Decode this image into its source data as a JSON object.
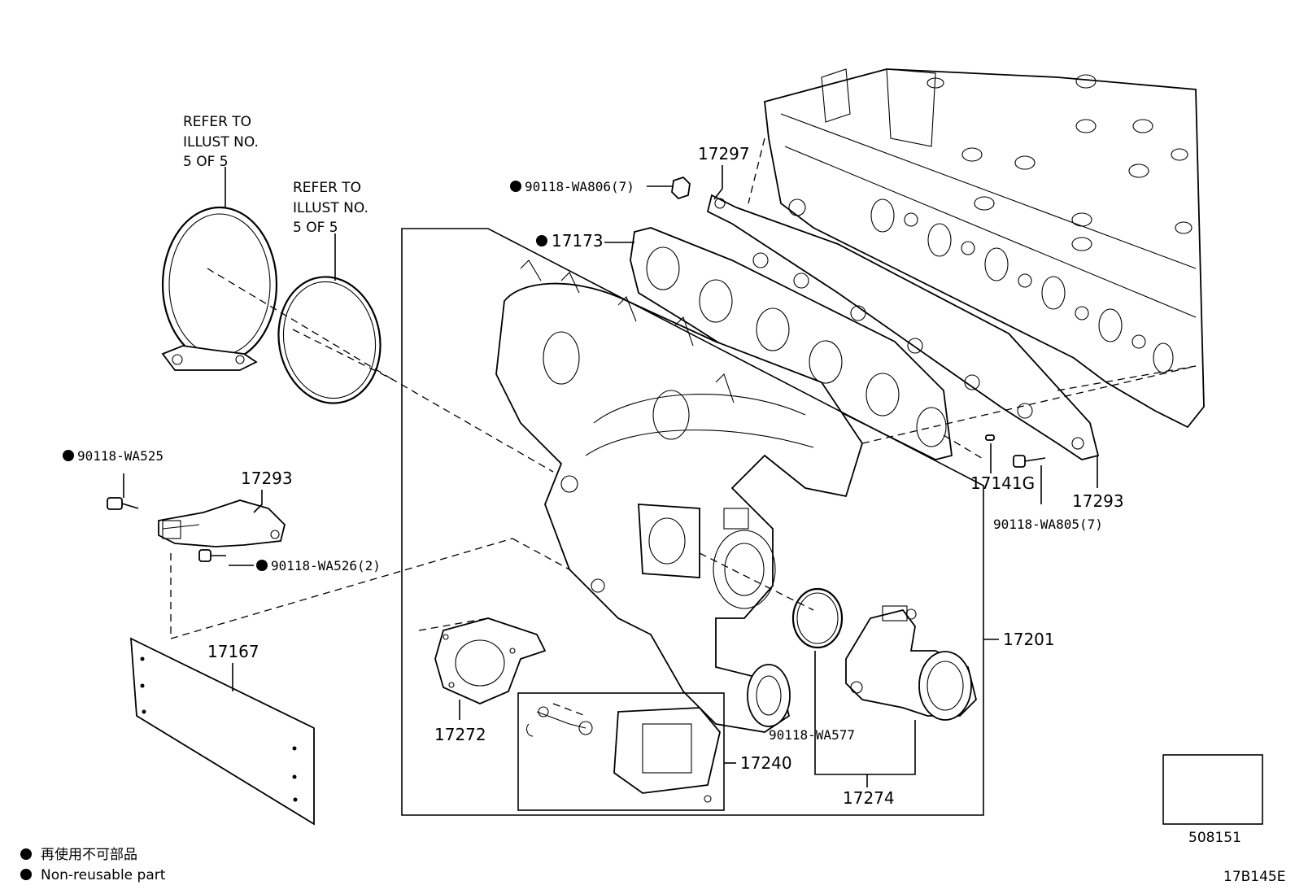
{
  "refer_notes": [
    {
      "lines": [
        "REFER TO",
        "ILLUST NO.",
        "5 OF 5"
      ]
    },
    {
      "lines": [
        "REFER TO",
        "ILLUST NO.",
        "5 OF 5"
      ]
    }
  ],
  "callouts": {
    "c17297": "17297",
    "c90118_wa806": "90118-WA806(7)",
    "c17173": "17173",
    "c90118_wa525": "90118-WA525",
    "c17293_left": "17293",
    "c90118_wa526": "90118-WA526(2)",
    "c17167": "17167",
    "c17141g": "17141G",
    "c17293_right": "17293",
    "c90118_wa805": "90118-WA805(7)",
    "c17201": "17201",
    "c17272": "17272",
    "c90118_wa577": "90118-WA577",
    "c17240": "17240",
    "c17274": "17274"
  },
  "legend": {
    "japanese": "再使用不可部品",
    "english": "Non-reusable part"
  },
  "reference_box_number": "508151",
  "illustration_code": "17B145E"
}
